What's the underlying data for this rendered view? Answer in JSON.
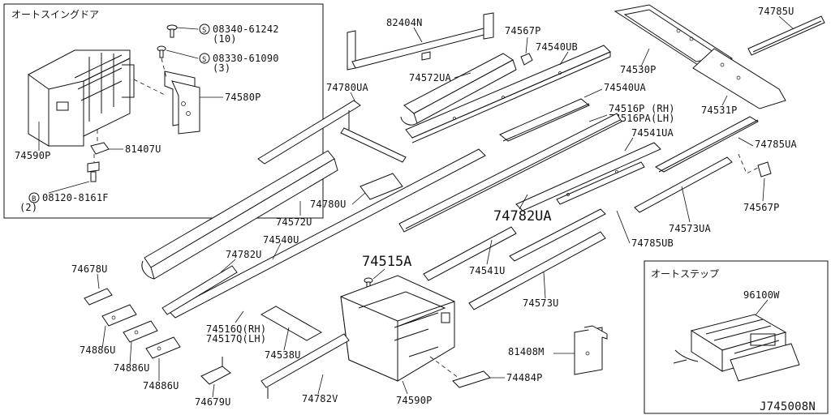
{
  "diagram_id": "J745008N",
  "insets": {
    "auto_swing_door": {
      "title": "オートスイングドア"
    },
    "auto_step": {
      "title": "オートステップ"
    }
  },
  "callouts": {
    "screw_s1": {
      "symbol": "S",
      "part_no": "08340-61242",
      "qty": "(10)"
    },
    "screw_s2": {
      "symbol": "S",
      "part_no": "08330-61090",
      "qty": "(3)"
    },
    "bolt_b1": {
      "symbol": "B",
      "part_no": "08120-8161F",
      "qty": "(2)"
    }
  },
  "labels": {
    "p82404N": "82404N",
    "p74567P_top": "74567P",
    "p74540UB": "74540UB",
    "p74785U": "74785U",
    "p74572UA": "74572UA",
    "p74530P": "74530P",
    "p74780UA": "74780UA",
    "p74580P": "74580P",
    "p74540UA": "74540UA",
    "p74531P": "74531P",
    "p74516P_rh": "74516P (RH)",
    "p74516PA_lh": "74516PA(LH)",
    "p74590P_inset": "74590P",
    "p81407U": "81407U",
    "p74541UA": "74541UA",
    "p74785UA": "74785UA",
    "p74780U": "74780U",
    "p74572U": "74572U",
    "p74782UA": "74782UA",
    "p74573UA": "74573UA",
    "p74567P_right": "74567P",
    "p74540U": "74540U",
    "p74785UB": "74785UB",
    "p74782U": "74782U",
    "p74515A": "74515A",
    "p74541U": "74541U",
    "p74678U": "74678U",
    "p96100W": "96100W",
    "p74573U": "74573U",
    "p74516Q_rh": "74516Q(RH)",
    "p74517Q_lh": "74517Q(LH)",
    "p74538U": "74538U",
    "p74886U_1": "74886U",
    "p74886U_2": "74886U",
    "p74886U_3": "74886U",
    "p81408M": "81408M",
    "p74484P": "74484P",
    "p74679U": "74679U",
    "p74782V": "74782V",
    "p74590P_main": "74590P"
  }
}
